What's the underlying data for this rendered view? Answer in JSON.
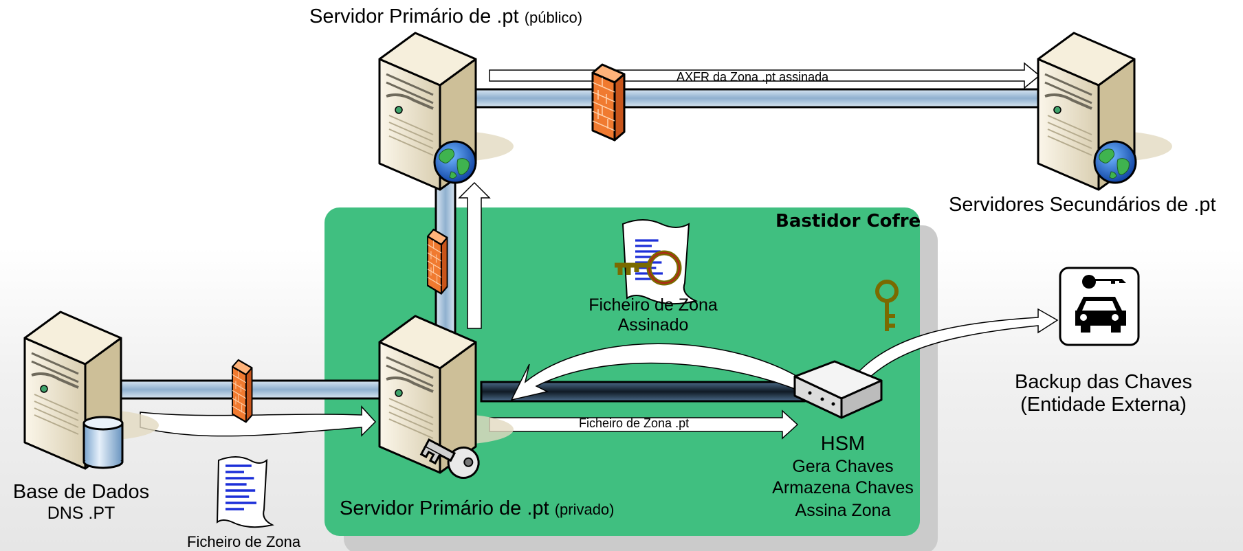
{
  "colors": {
    "vault": "#40bf80",
    "vault_shadow": "#c8c8c8",
    "pipe": "#a9c3dd",
    "pipe_dark": "#1f2f3f",
    "firewall": "#f07a30",
    "server_body": "#ede4cc"
  },
  "icons": [
    "server-icon",
    "globe-icon",
    "database-icon",
    "firewall-icon",
    "key-icon",
    "document-icon",
    "signed-document-icon",
    "hsm-device-icon",
    "backup-car-icon"
  ],
  "labels": {
    "public_server_main": "Servidor Primário de .pt",
    "public_server_suffix": "(público)",
    "secondary_servers": "Servidores Secundários de .pt",
    "vault_title": "Bastidor Cofre",
    "signed_zone_line1": "Ficheiro de Zona",
    "signed_zone_line2": "Assinado",
    "backup_line1": "Backup das Chaves",
    "backup_line2": "(Entidade Externa)",
    "database_line1": "Base de Dados",
    "database_line2": "DNS .PT",
    "zone_file": "Ficheiro de Zona",
    "private_server_main": "Servidor Primário de .pt",
    "private_server_suffix": "(privado)",
    "hsm_title": "HSM",
    "hsm_line1": "Gera Chaves",
    "hsm_line2": "Armazena Chaves",
    "hsm_line3": "Assina Zona",
    "arrow_axfr": "AXFR da Zona .pt assinada",
    "arrow_zone_pt": "Ficheiro de Zona .pt"
  }
}
